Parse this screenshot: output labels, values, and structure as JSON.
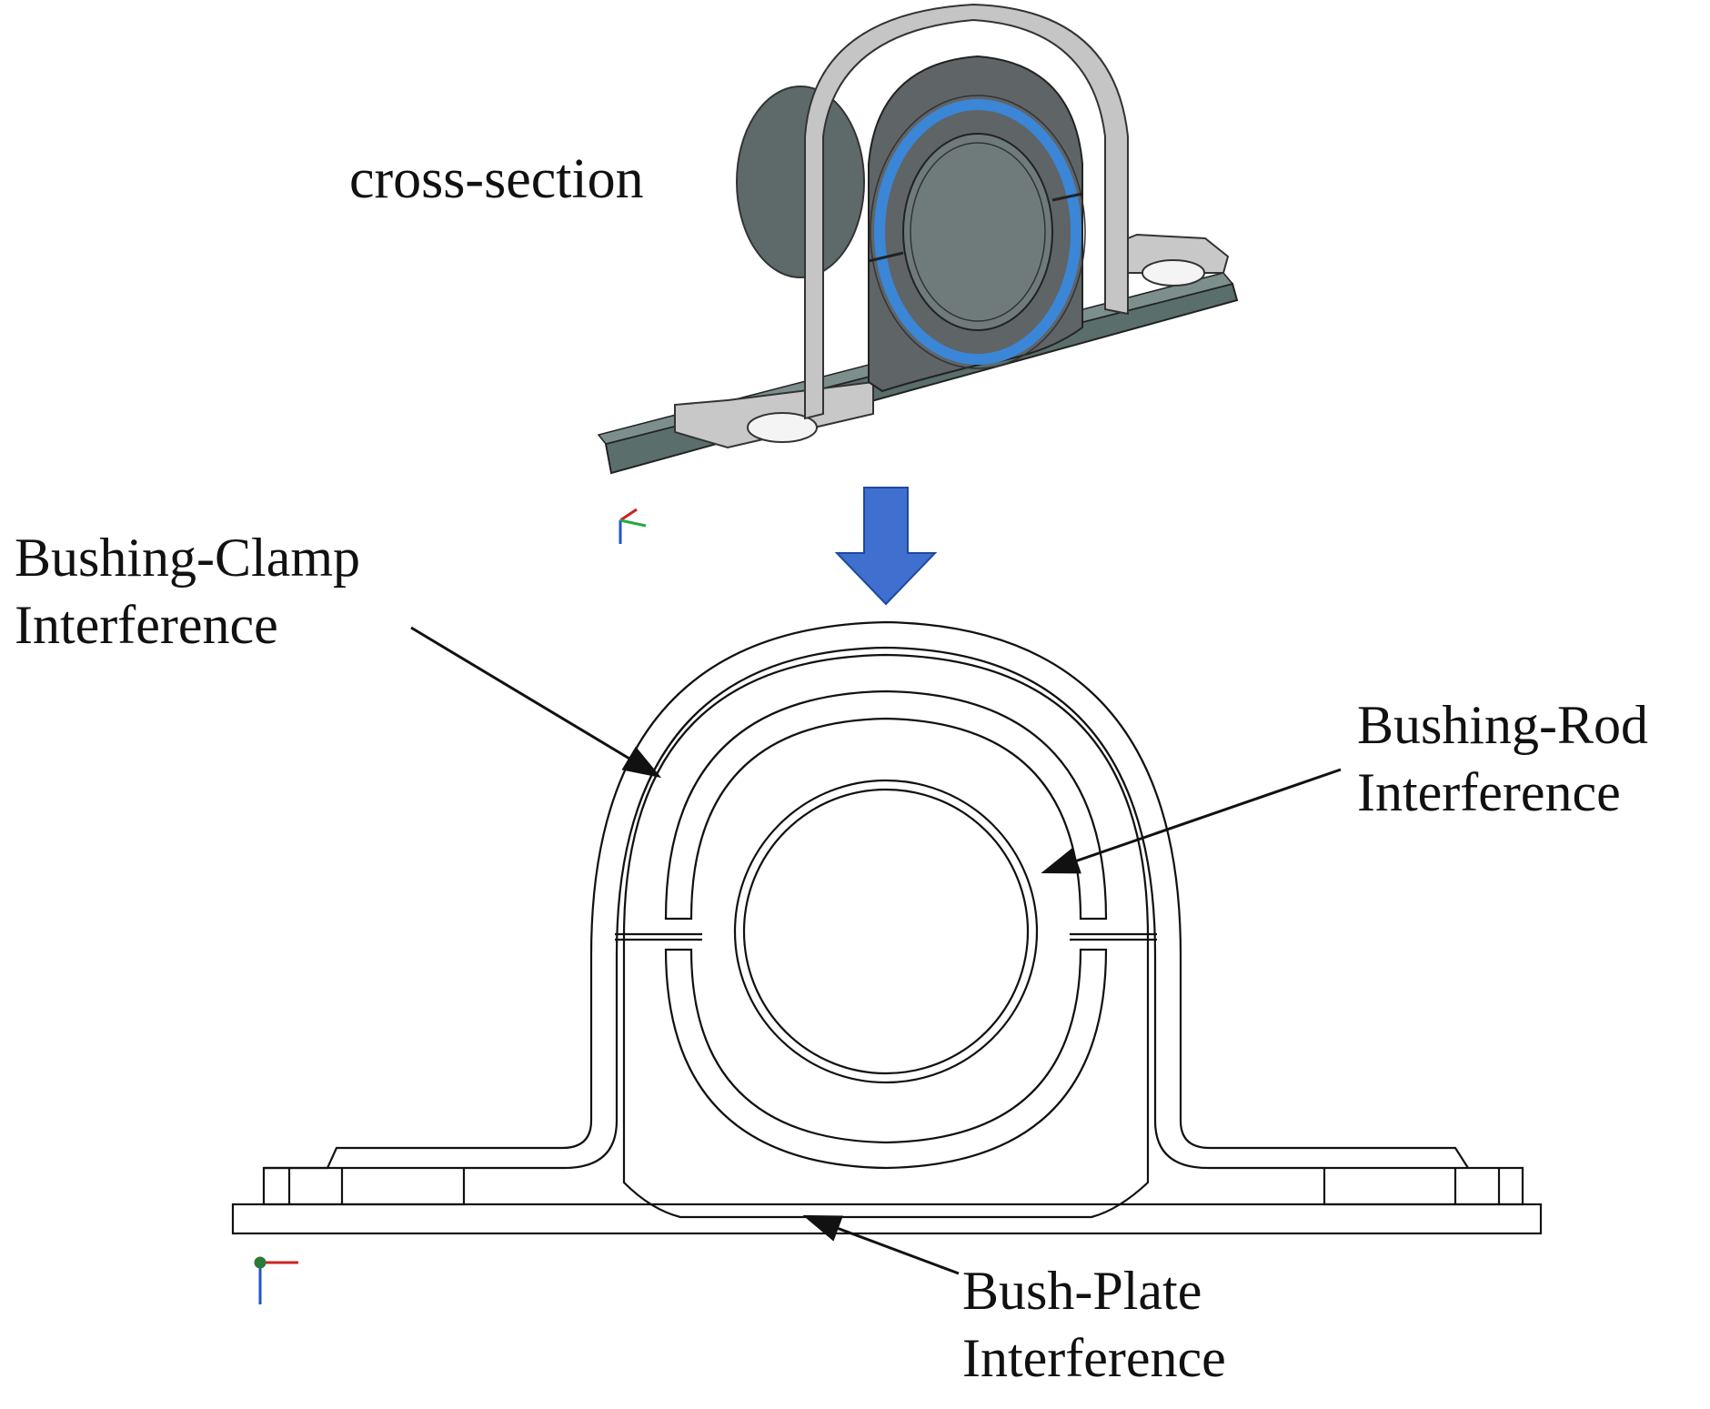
{
  "labels": {
    "cross_section": "cross-section",
    "bushing_clamp": [
      "Bushing-Clamp",
      "Interference"
    ],
    "bushing_rod": [
      "Bushing-Rod",
      "Interference"
    ],
    "bush_plate": [
      "Bush-Plate",
      "Interference"
    ]
  },
  "colors": {
    "outline": "#111111",
    "flow_arrow": "#3f6fcf",
    "bushing_ring": "#3b86d6",
    "clamp_gray": "#bdbdbd",
    "body_dark": "#5f6466",
    "shaft": "#6f7b7b",
    "plate": "#5a6e6c"
  },
  "icons": [
    "axis-triad-icon",
    "down-arrow-icon"
  ]
}
